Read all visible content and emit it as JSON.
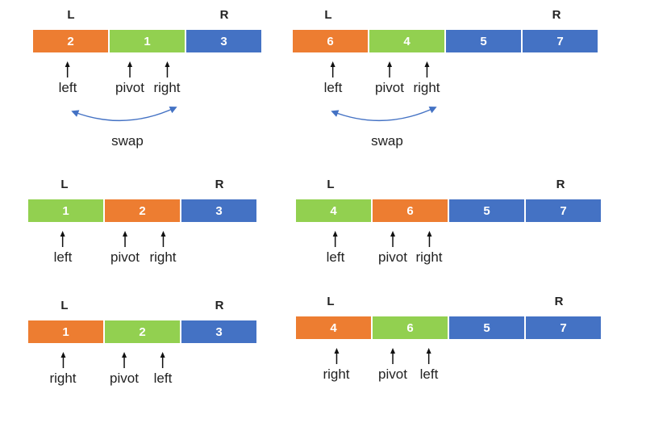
{
  "palette": {
    "orange": "#ED7D31",
    "green": "#92D050",
    "blue": "#4472C4",
    "swap_arc": "#4472C4",
    "pointer": "#111111"
  },
  "diagrams": [
    {
      "left_bound": "L",
      "right_bound": "R",
      "cells": [
        {
          "value": "2",
          "color": "orange"
        },
        {
          "value": "1",
          "color": "green"
        },
        {
          "value": "3",
          "color": "blue"
        }
      ],
      "pointers": [
        {
          "label": "left"
        },
        {
          "label": "pivot"
        },
        {
          "label": "right"
        }
      ],
      "swap": "swap"
    },
    {
      "left_bound": "L",
      "right_bound": "R",
      "cells": [
        {
          "value": "6",
          "color": "orange"
        },
        {
          "value": "4",
          "color": "green"
        },
        {
          "value": "5",
          "color": "blue"
        },
        {
          "value": "7",
          "color": "blue"
        }
      ],
      "pointers": [
        {
          "label": "left"
        },
        {
          "label": "pivot"
        },
        {
          "label": "right"
        }
      ],
      "swap": "swap"
    },
    {
      "left_bound": "L",
      "right_bound": "R",
      "cells": [
        {
          "value": "1",
          "color": "green"
        },
        {
          "value": "2",
          "color": "orange"
        },
        {
          "value": "3",
          "color": "blue"
        }
      ],
      "pointers": [
        {
          "label": "left"
        },
        {
          "label": "pivot"
        },
        {
          "label": "right"
        }
      ]
    },
    {
      "left_bound": "L",
      "right_bound": "R",
      "cells": [
        {
          "value": "4",
          "color": "green"
        },
        {
          "value": "6",
          "color": "orange"
        },
        {
          "value": "5",
          "color": "blue"
        },
        {
          "value": "7",
          "color": "blue"
        }
      ],
      "pointers": [
        {
          "label": "left"
        },
        {
          "label": "pivot"
        },
        {
          "label": "right"
        }
      ]
    },
    {
      "left_bound": "L",
      "right_bound": "R",
      "cells": [
        {
          "value": "1",
          "color": "orange"
        },
        {
          "value": "2",
          "color": "green"
        },
        {
          "value": "3",
          "color": "blue"
        }
      ],
      "pointers": [
        {
          "label": "right"
        },
        {
          "label": "pivot"
        },
        {
          "label": "left"
        }
      ]
    },
    {
      "left_bound": "L",
      "right_bound": "R",
      "cells": [
        {
          "value": "4",
          "color": "orange"
        },
        {
          "value": "6",
          "color": "green"
        },
        {
          "value": "5",
          "color": "blue"
        },
        {
          "value": "7",
          "color": "blue"
        }
      ],
      "pointers": [
        {
          "label": "right"
        },
        {
          "label": "pivot"
        },
        {
          "label": "left"
        }
      ]
    }
  ]
}
